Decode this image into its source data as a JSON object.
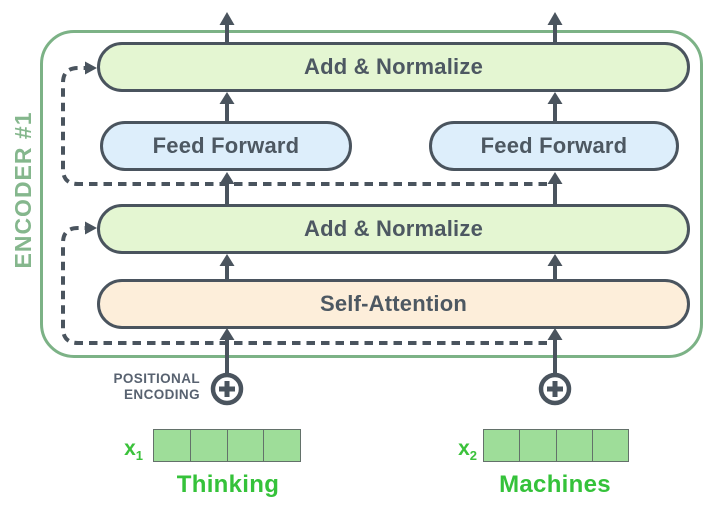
{
  "encoder": {
    "label": "ENCODER #1"
  },
  "layers": {
    "add_normalize_top": "Add & Normalize",
    "feed_forward_left": "Feed Forward",
    "feed_forward_right": "Feed Forward",
    "add_normalize_bottom": "Add & Normalize",
    "self_attention": "Self-Attention"
  },
  "positional_encoding": {
    "line1": "POSITIONAL",
    "line2": "ENCODING"
  },
  "inputs": [
    {
      "base": "x",
      "sub": "1",
      "word": "Thinking",
      "cells": 4
    },
    {
      "base": "x",
      "sub": "2",
      "word": "Machines",
      "cells": 4
    }
  ],
  "icons": {
    "positional_add": "plus-circle-icon",
    "flow": "arrow-up-icon",
    "residual": "dashed-arrow-icon"
  },
  "colors": {
    "background": "#ffffff",
    "encoder_border": "#7cb286",
    "encoder_label_text": "#85b78d",
    "add_normalize_fill": "#e4f6d2",
    "feed_forward_fill": "#ddeefb",
    "self_attention_fill": "#fdeeda",
    "outline_dark": "#4a545e",
    "layer_text": "#4d5862",
    "positional_text": "#586270",
    "bright_green_text": "#35c23a",
    "vector_cell_fill": "#9edd99",
    "vector_cell_border": "#63716a"
  }
}
